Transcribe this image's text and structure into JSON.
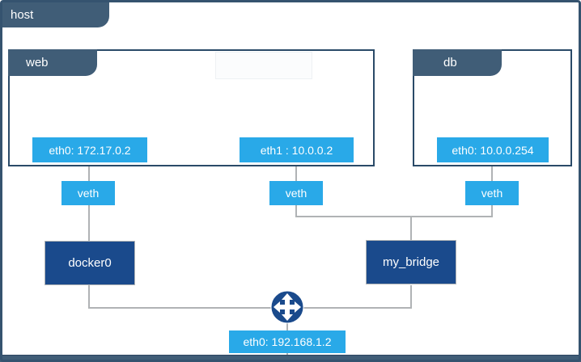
{
  "diagram": {
    "host_label": "host",
    "web": {
      "label": "web",
      "eth0": "eth0: 172.17.0.2",
      "eth1": "eth1 : 10.0.0.2"
    },
    "db": {
      "label": "db",
      "eth0": "eth0: 10.0.0.254"
    },
    "veth_label": "veth",
    "bridges": {
      "docker0": "docker0",
      "my_bridge": "my_bridge"
    },
    "host_eth0": "eth0: 192.168.1.2",
    "icons": {
      "router": "router-icon"
    }
  },
  "colors": {
    "slate": "#405d77",
    "box_border": "#2a4a68",
    "accent_blue": "#29a9e8",
    "navy": "#1a4a8c",
    "line_gray": "#b0b3b5"
  }
}
